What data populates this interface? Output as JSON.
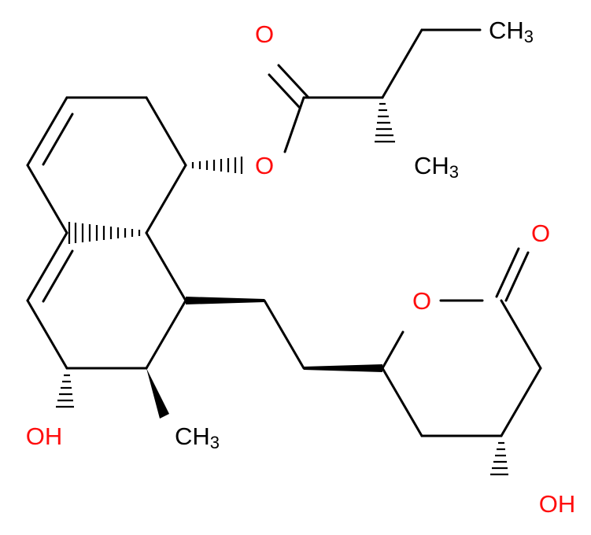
{
  "molecule": {
    "labels": {
      "ester_carbonyl_O": "O",
      "ester_O": "O",
      "ring_O": "O",
      "lactone_carbonyl_O": "O",
      "OH_left": "OH",
      "OH_bottom": "OH",
      "CH3_top": {
        "main": "CH",
        "sub": "3"
      },
      "CH3_mid": {
        "main": "CH",
        "sub": "3"
      },
      "CH3_ring": {
        "main": "CH",
        "sub": "3"
      }
    },
    "colors": {
      "oxygen": "#ff0d0d",
      "carbon": "#000000",
      "background": "#ffffff"
    }
  }
}
